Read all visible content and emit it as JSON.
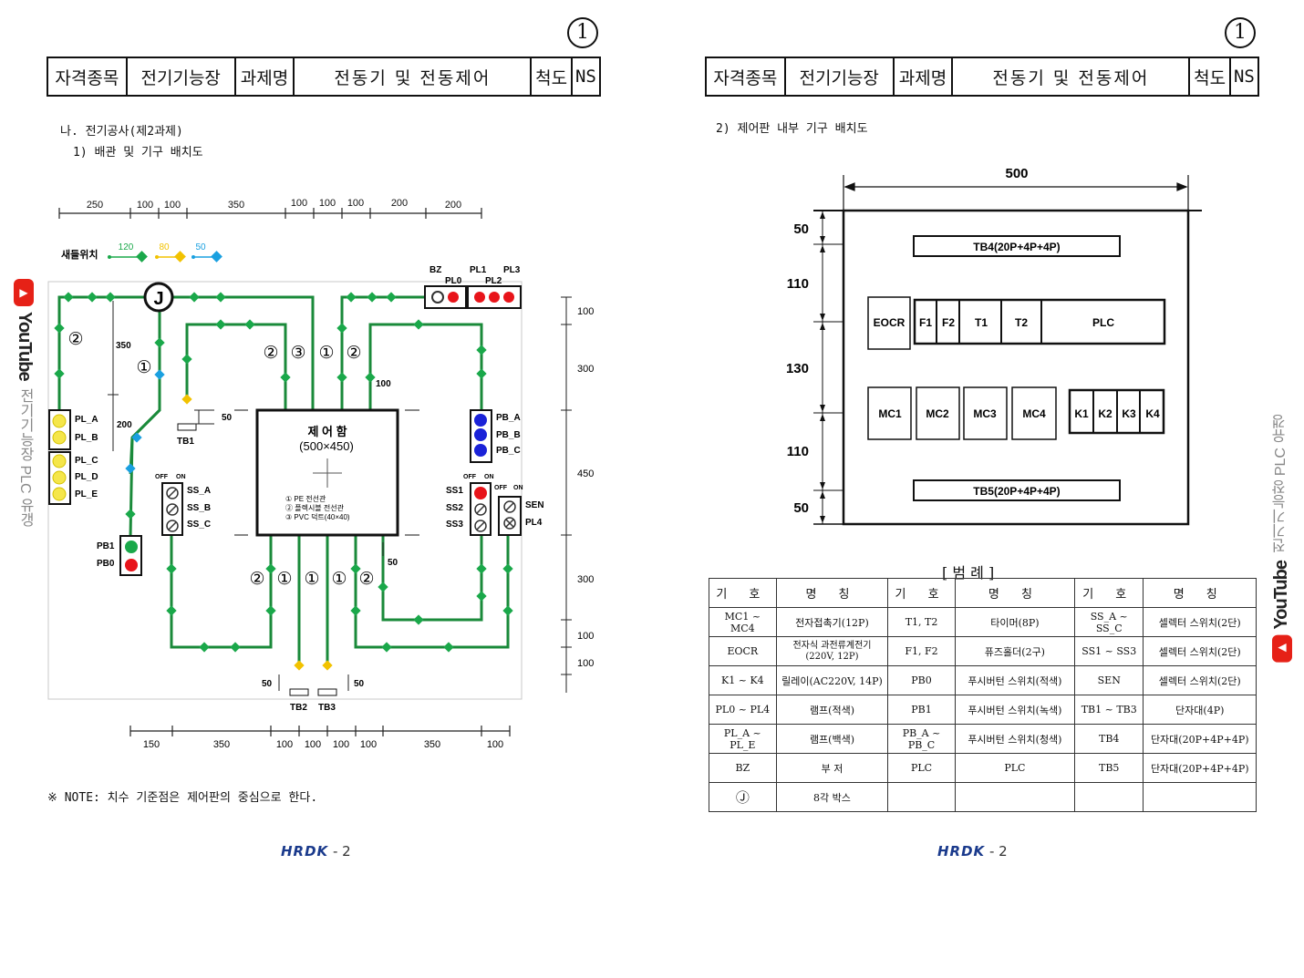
{
  "left_page": {
    "page_number": "1",
    "header": [
      "자격종목",
      "전기기능장",
      "과제명",
      "전동기 및 전동제어",
      "척도",
      "NS"
    ],
    "section_title": "나. 전기공사(제2과제)",
    "subsection_title": "1) 배관 및 기구 배치도",
    "top_dims": [
      "250",
      "100",
      "100",
      "350",
      "100",
      "100",
      "100",
      "200",
      "200"
    ],
    "bottom_dims": [
      "150",
      "350",
      "100",
      "100",
      "100",
      "100",
      "350",
      "100"
    ],
    "right_dims": [
      "100",
      "300",
      "450",
      "300",
      "100",
      "100"
    ],
    "saddle_label": "새들위치",
    "saddle_values": [
      "120",
      "80",
      "50"
    ],
    "control_box_title": "제 어 함",
    "control_box_size": "(500×450)",
    "control_box_notes": [
      "① PE 전선관",
      "② 플렉시블 전선관",
      "③ PVC 덕트(40×40)"
    ],
    "junction_label": "J",
    "labels": {
      "bz": "BZ",
      "pl0": "PL0",
      "pl1": "PL1",
      "pl2": "PL2",
      "pl3": "PL3",
      "pl_a": "PL_A",
      "pl_b": "PL_B",
      "pl_c": "PL_C",
      "pl_d": "PL_D",
      "pl_e": "PL_E",
      "pb1": "PB1",
      "pb0": "PB0",
      "tb1": "TB1",
      "tb2": "TB2",
      "tb3": "TB3",
      "ss_a": "SS_A",
      "ss_b": "SS_B",
      "ss_c": "SS_C",
      "ss1": "SS1",
      "ss2": "SS2",
      "ss3": "SS3",
      "pb_a": "PB_A",
      "pb_b": "PB_B",
      "pb_c": "PB_C",
      "sen": "SEN",
      "pl4": "PL4",
      "off": "OFF",
      "on": "ON"
    },
    "inner_dims": {
      "d350": "350",
      "d200": "200",
      "d50a": "50",
      "d100": "100",
      "d50b": "50",
      "d50c": "50",
      "d50d": "50"
    },
    "conduit_markers": {
      "m1": "②",
      "m2": "①",
      "m3": "②",
      "m4": "③",
      "m5": "①",
      "m6": "②",
      "m7": "②",
      "m8": "①",
      "m9": "①",
      "m10": "①",
      "m11": "②"
    },
    "note": "※ NOTE: 치수 기준점은 제어판의 중심으로 한다.",
    "footer_brand": "HRDK",
    "footer_page": "- 2"
  },
  "right_page": {
    "page_number": "1",
    "header": [
      "자격종목",
      "전기기능장",
      "과제명",
      "전동기 및 전동제어",
      "척도",
      "NS"
    ],
    "subsection_title": "2) 제어판 내부 기구 배치도",
    "width_dim": "500",
    "height_dims": [
      "50",
      "110",
      "130",
      "110",
      "50"
    ],
    "tb4": "TB4(20P+4P+4P)",
    "tb5": "TB5(20P+4P+4P)",
    "row1": [
      "EOCR",
      "F1",
      "F2",
      "T1",
      "T2",
      "PLC"
    ],
    "row2": [
      "MC1",
      "MC2",
      "MC3",
      "MC4"
    ],
    "row2_relays": [
      "K1",
      "K2",
      "K3",
      "K4"
    ],
    "legend_title": "[ 범  례 ]",
    "legend_headers": [
      "기 호",
      "명 칭",
      "기 호",
      "명 칭",
      "기 호",
      "명 칭"
    ],
    "legend_rows": [
      [
        "MC1 ~ MC4",
        "전자접촉기(12P)",
        "T1, T2",
        "타이머(8P)",
        "SS_A ~ SS_C",
        "셀렉터 스위치(2단)"
      ],
      [
        "EOCR",
        "전자식 과전류계전기 (220V, 12P)",
        "F1, F2",
        "퓨즈홀더(2구)",
        "SS1 ~ SS3",
        "셀렉터 스위치(2단)"
      ],
      [
        "K1 ~ K4",
        "릴레이(AC220V, 14P)",
        "PB0",
        "푸시버턴 스위치(적색)",
        "SEN",
        "셀렉터 스위치(2단)"
      ],
      [
        "PL0 ~ PL4",
        "램프(적색)",
        "PB1",
        "푸시버턴 스위치(녹색)",
        "TB1 ~ TB3",
        "단자대(4P)"
      ],
      [
        "PL_A ~ PL_E",
        "램프(백색)",
        "PB_A ~ PB_C",
        "푸시버턴 스위치(청색)",
        "TB4",
        "단자대(20P+4P+4P)"
      ],
      [
        "BZ",
        "부 저",
        "PLC",
        "PLC",
        "TB5",
        "단자대(20P+4P+4P)"
      ],
      [
        "Ⓙ",
        "8각 박스",
        "",
        "",
        "",
        ""
      ]
    ],
    "footer_brand": "HRDK",
    "footer_page": "- 2"
  },
  "watermark": {
    "brand": "YouTube",
    "text": "전기기능장 PLC 유갱"
  },
  "colors": {
    "conduit": "#1a8a3a",
    "saddle_green": "#1aa84a",
    "saddle_yellow": "#f2c200",
    "saddle_blue": "#1aa0e0",
    "lamp_red": "#e8141a",
    "lamp_yellow": "#f5e64a",
    "button_blue": "#1a22d8",
    "youtube_red": "#e62117"
  }
}
